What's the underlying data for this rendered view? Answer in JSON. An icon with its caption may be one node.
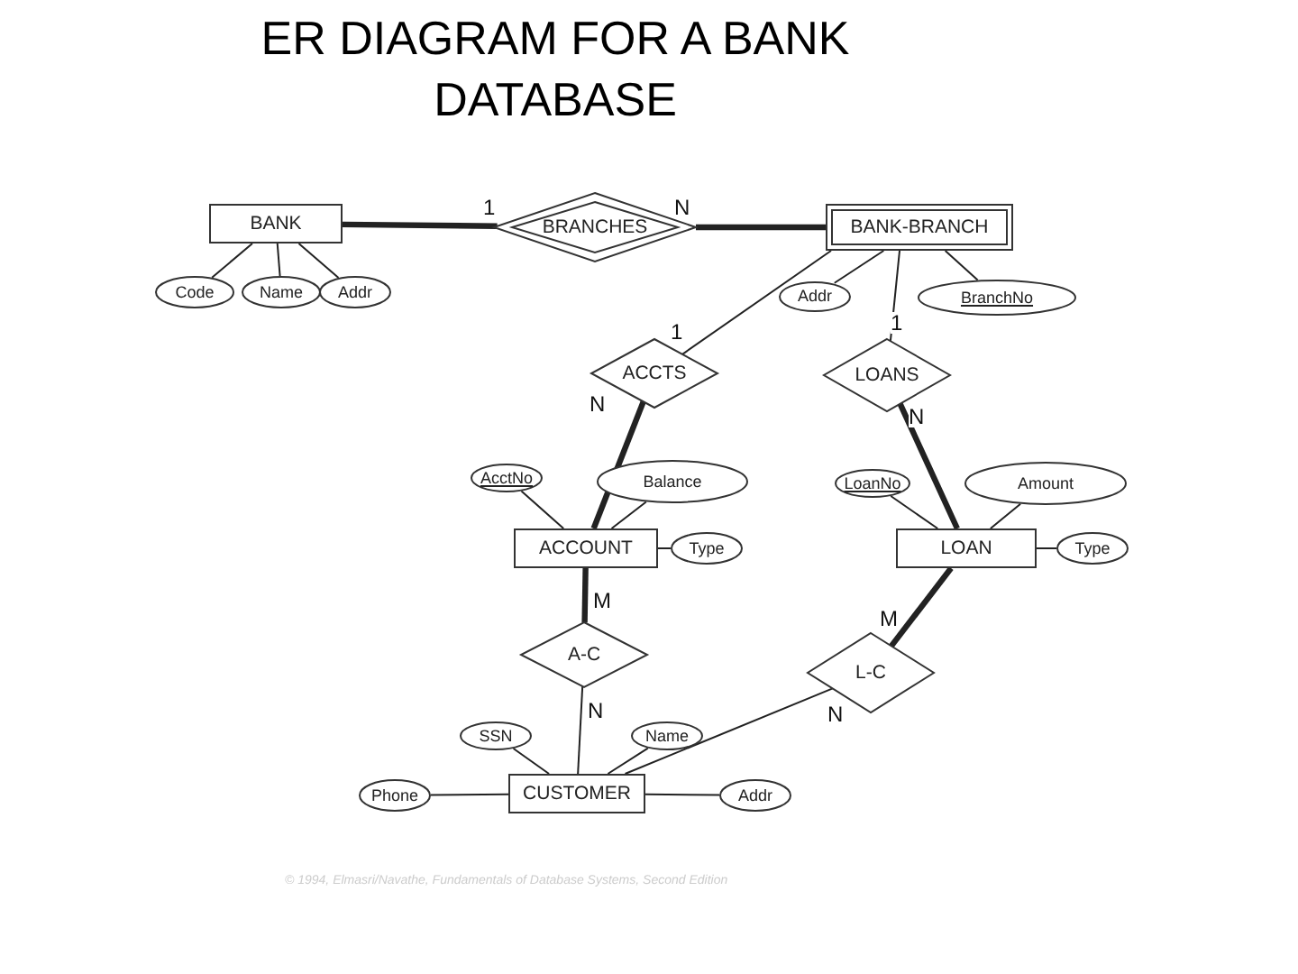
{
  "diagram": {
    "title": "ER DIAGRAM FOR A BANK DATABASE",
    "nodes": [
      {
        "text": [
          "BANK"
        ]
      },
      {
        "text": [
          "BRANCHES"
        ]
      },
      {
        "text": [
          "BANK-BRANCH"
        ]
      },
      {
        "text": [
          "Code"
        ]
      },
      {
        "text": [
          "Name"
        ]
      },
      {
        "text": [
          "Addr"
        ]
      },
      {
        "text": [
          "Addr"
        ]
      },
      {
        "text": [
          "BranchNo"
        ]
      },
      {
        "text": [
          "ACCTS"
        ]
      },
      {
        "text": [
          "LOANS"
        ]
      },
      {
        "text": [
          "AcctNo"
        ]
      },
      {
        "text": [
          "Balance"
        ]
      },
      {
        "text": [
          "LoanNo"
        ]
      },
      {
        "text": [
          "Amount"
        ]
      },
      {
        "text": [
          "ACCOUNT"
        ]
      },
      {
        "text": [
          "Type"
        ]
      },
      {
        "text": [
          "LOAN"
        ]
      },
      {
        "text": [
          "Type"
        ]
      },
      {
        "text": [
          "A-C"
        ]
      },
      {
        "text": [
          "L-C"
        ]
      },
      {
        "text": [
          "SSN"
        ]
      },
      {
        "text": [
          "Name"
        ]
      },
      {
        "text": [
          "Phone"
        ]
      },
      {
        "text": [
          "CUSTOMER"
        ]
      },
      {
        "text": [
          "Addr"
        ]
      }
    ],
    "edges": [
      {
        "from": 0,
        "to": 1,
        "arrow": "none",
        "label": "1",
        "style": "thick"
      },
      {
        "from": 1,
        "to": 2,
        "arrow": "none",
        "label": "N",
        "style": "thick"
      },
      {
        "from": 0,
        "to": 3,
        "arrow": "none"
      },
      {
        "from": 0,
        "to": 4,
        "arrow": "none"
      },
      {
        "from": 0,
        "to": 5,
        "arrow": "none"
      },
      {
        "from": 2,
        "to": 6,
        "arrow": "none"
      },
      {
        "from": 2,
        "to": 7,
        "arrow": "none"
      },
      {
        "from": 2,
        "to": 8,
        "arrow": "none",
        "label": "1"
      },
      {
        "from": 2,
        "to": 9,
        "arrow": "none",
        "label": "1"
      },
      {
        "from": 8,
        "to": 14,
        "arrow": "none",
        "label": "N",
        "style": "thick"
      },
      {
        "from": 9,
        "to": 16,
        "arrow": "none",
        "label": "N",
        "style": "thick"
      },
      {
        "from": 14,
        "to": 10,
        "arrow": "none"
      },
      {
        "from": 14,
        "to": 11,
        "arrow": "none"
      },
      {
        "from": 14,
        "to": 15,
        "arrow": "none"
      },
      {
        "from": 16,
        "to": 12,
        "arrow": "none"
      },
      {
        "from": 16,
        "to": 13,
        "arrow": "none"
      },
      {
        "from": 16,
        "to": 17,
        "arrow": "none"
      },
      {
        "from": 14,
        "to": 18,
        "arrow": "none",
        "label": "M",
        "style": "thick"
      },
      {
        "from": 18,
        "to": 23,
        "arrow": "none",
        "label": "N"
      },
      {
        "from": 16,
        "to": 19,
        "arrow": "none",
        "label": "M",
        "style": "thick"
      },
      {
        "from": 19,
        "to": 23,
        "arrow": "none",
        "label": "N"
      },
      {
        "from": 23,
        "to": 20,
        "arrow": "none"
      },
      {
        "from": 23,
        "to": 21,
        "arrow": "none"
      },
      {
        "from": 23,
        "to": 22,
        "arrow": "none"
      },
      {
        "from": 23,
        "to": 24,
        "arrow": "none"
      }
    ],
    "labels": [
      "© 1994, Elmasri/Navathe, Fundamentals of Database Systems, Second Edition"
    ]
  }
}
